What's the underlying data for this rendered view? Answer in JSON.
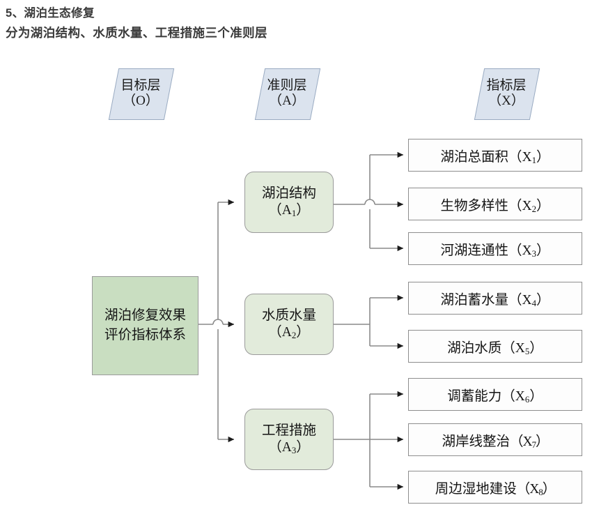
{
  "header": {
    "line1": "5、湖泊生态修复",
    "line2": "分为湖泊结构、水质水量、工程措施三个准则层"
  },
  "colors": {
    "layer_band_fill": "#dbe3ee",
    "layer_band_border": "#9aabc2",
    "root_fill": "#c9dec1",
    "criterion_fill": "#e2ebdb",
    "node_border": "#9a9a9a",
    "indicator_fill": "#fdfdfd",
    "indicator_border": "#8e8e8e",
    "connector": "#8a8a8a",
    "text": "#141414"
  },
  "layer_bands": [
    {
      "id": "goal",
      "title": "目标层",
      "code": "（O）"
    },
    {
      "id": "criterion",
      "title": "准则层",
      "code": "（A）"
    },
    {
      "id": "indicator",
      "title": "指标层",
      "code": "（X）"
    }
  ],
  "root": {
    "label": "湖泊修复效果评价指标体系"
  },
  "criteria": [
    {
      "id": "A1",
      "label": "湖泊结构",
      "code_prefix": "（A",
      "code_sub": "1",
      "code_suffix": "）"
    },
    {
      "id": "A2",
      "label": "水质水量",
      "code_prefix": "（A",
      "code_sub": "2",
      "code_suffix": "）"
    },
    {
      "id": "A3",
      "label": "工程措施",
      "code_prefix": "（A",
      "code_sub": "3",
      "code_suffix": "）"
    }
  ],
  "indicators": [
    {
      "id": "X1",
      "parent": "A1",
      "label": "湖泊总面积",
      "code_prefix": "（X",
      "code_sub": "1",
      "code_suffix": "）",
      "spacing": "normal"
    },
    {
      "id": "X2",
      "parent": "A1",
      "label": "生物多样性",
      "code_prefix": "（X",
      "code_sub": "2",
      "code_suffix": "）",
      "spacing": "normal"
    },
    {
      "id": "X3",
      "parent": "A1",
      "label": "河湖连通性",
      "code_prefix": "（X",
      "code_sub": "3",
      "code_suffix": "）",
      "spacing": "normal"
    },
    {
      "id": "X4",
      "parent": "A2",
      "label": "湖泊蓄水量",
      "code_prefix": "（X",
      "code_sub": "4",
      "code_suffix": "）",
      "spacing": "normal"
    },
    {
      "id": "X5",
      "parent": "A2",
      "label": "湖泊水质",
      "code_prefix": "（X",
      "code_sub": "5",
      "code_suffix": "）",
      "spacing": "normal"
    },
    {
      "id": "X6",
      "parent": "A3",
      "label": "调蓄能力",
      "code_prefix": "（X",
      "code_sub": "6",
      "code_suffix": "）",
      "spacing": "normal"
    },
    {
      "id": "X7",
      "parent": "A3",
      "label": "湖岸线整治",
      "code_prefix": "（X",
      "code_sub": "7",
      "code_suffix": "）",
      "spacing": "tight"
    },
    {
      "id": "X8",
      "parent": "A3",
      "label": "周边湿地建设",
      "code_prefix": "（X",
      "code_sub": "8",
      "code_suffix": "）",
      "spacing": "tight"
    }
  ]
}
